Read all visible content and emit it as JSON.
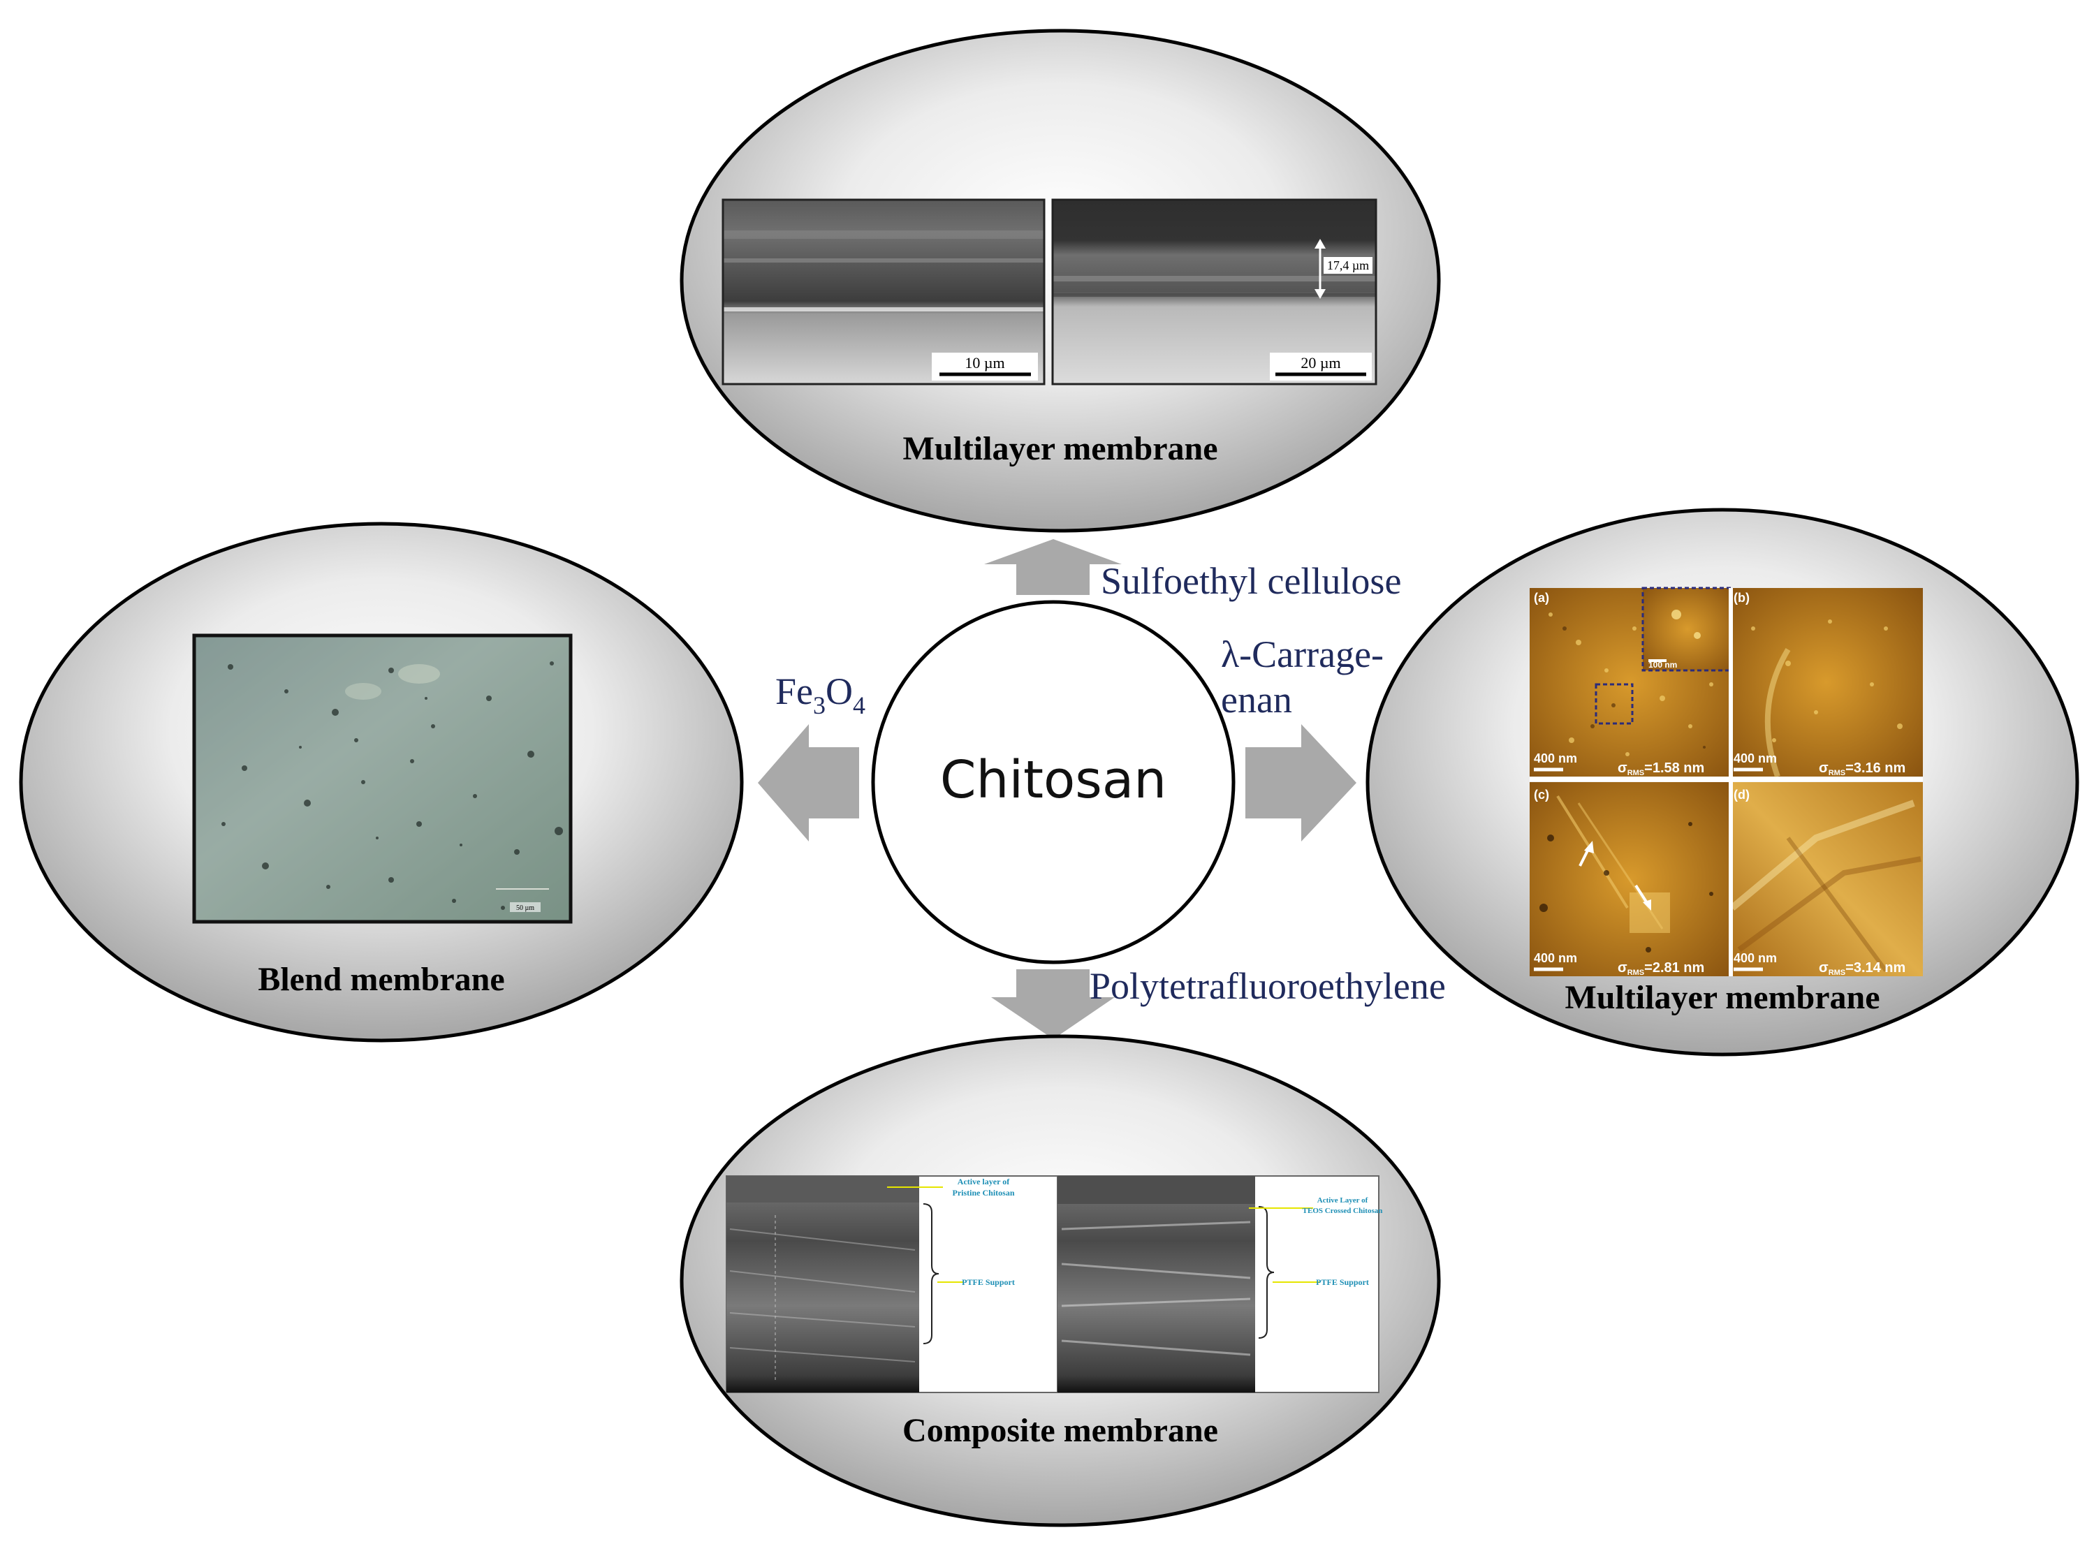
{
  "center": {
    "label": "Chitosan"
  },
  "reagents": {
    "top": "Sulfoethyl cellulose",
    "right_line1": "λ-Carrage-",
    "right_line2": "enan",
    "bottom": "Polytetrafluoroethylene",
    "left_base1": "Fe",
    "left_sub1": "3",
    "left_base2": "O",
    "left_sub2": "4"
  },
  "membranes": {
    "top": {
      "label": "Multilayer membrane",
      "scale_left": "10 µm",
      "scale_right": "20 µm",
      "thickness": "17,4 µm"
    },
    "right": {
      "label": "Multilayer membrane",
      "panels": [
        {
          "tag": "(a)",
          "scale": "400 nm",
          "rms": "=1.58 nm",
          "inset_scale": "100 nm"
        },
        {
          "tag": "(b)",
          "scale": "400 nm",
          "rms": "=3.16 nm"
        },
        {
          "tag": "(c)",
          "scale": "400 nm",
          "rms": "=2.81 nm"
        },
        {
          "tag": "(d)",
          "scale": "400 nm",
          "rms": "=3.14 nm"
        }
      ],
      "sigma": "σ",
      "sigma_sub": "RMS"
    },
    "left": {
      "label": "Blend membrane",
      "scale": "50 µm"
    },
    "bottom": {
      "label": "Composite membrane",
      "left_annot_top1": "Active layer of",
      "left_annot_top2": "Pristine Chitosan",
      "left_annot_support": "PTFE Support",
      "right_annot_top1": "Active Layer of",
      "right_annot_top2": "TEOS Crossed Chitosan",
      "right_annot_support": "PTFE Support"
    }
  },
  "colors": {
    "arrow": "#a9a9a9",
    "reagent_text": "#1f2a5c",
    "afm_base": "#b8781a",
    "annotation": "#1e8fb5"
  }
}
